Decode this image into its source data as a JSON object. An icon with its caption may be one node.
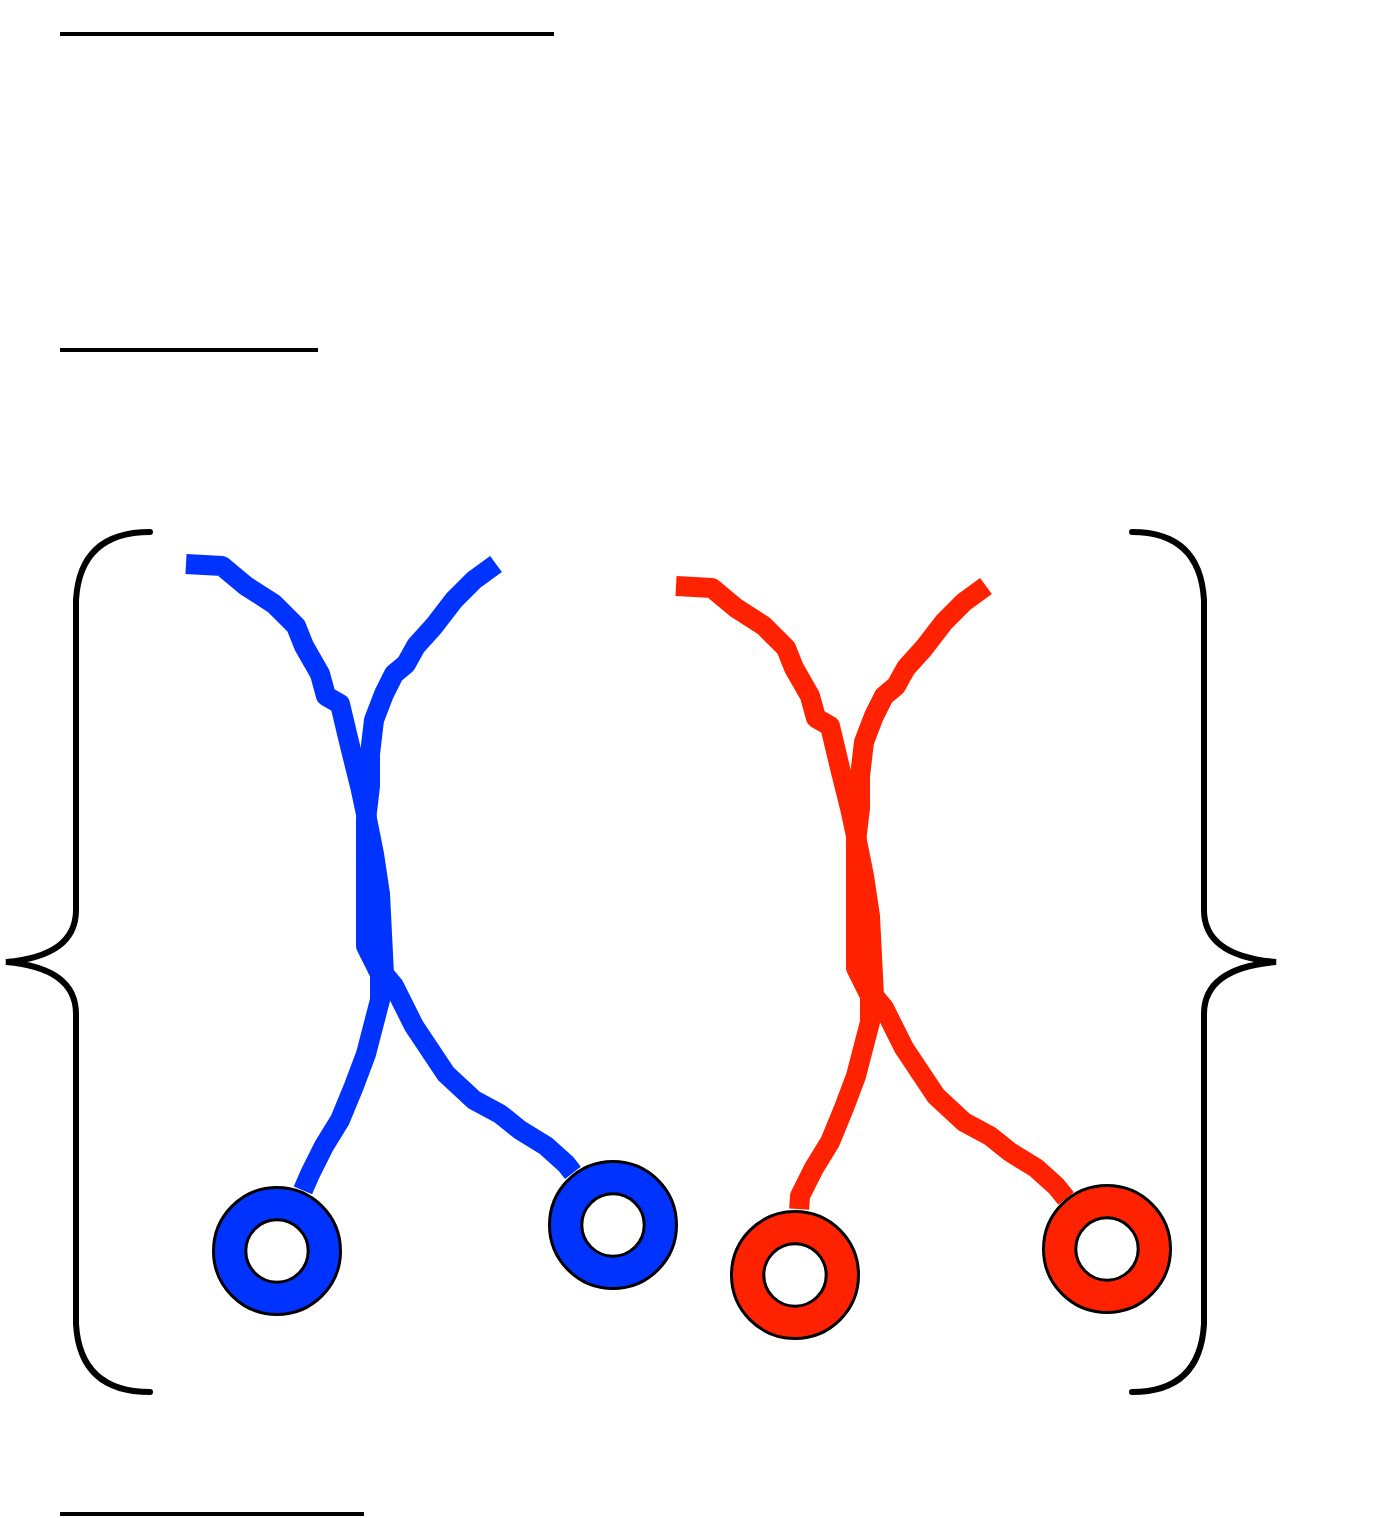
{
  "diagram": {
    "nodes": [
      {
        "text": [],
        "shape": "ring"
      },
      {
        "text": [],
        "shape": "ring"
      },
      {
        "text": [],
        "shape": "ring"
      },
      {
        "text": [],
        "shape": "ring"
      }
    ],
    "edges": [
      {
        "from": null,
        "to": 1,
        "arrow": "none",
        "color": "#0033ff"
      },
      {
        "from": null,
        "to": 0,
        "arrow": "none",
        "color": "#0033ff"
      },
      {
        "from": null,
        "to": 3,
        "arrow": "none",
        "color": "#ff2200"
      },
      {
        "from": null,
        "to": 2,
        "arrow": "none",
        "color": "#ff2200"
      }
    ]
  }
}
